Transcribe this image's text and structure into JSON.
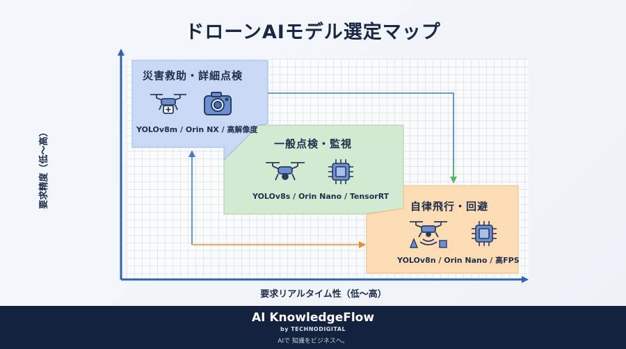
{
  "title": "ドローンAIモデル選定マップ",
  "axes": {
    "x_label": "要求リアルタイム性（低〜高）",
    "y_label": "要求精度（低〜高）"
  },
  "boxes": [
    {
      "title": "災害救助・詳細点検",
      "caption": "YOLOv8m / Orin NX / 高解像度",
      "icons": [
        "drone-medical-icon",
        "camera-icon"
      ],
      "color": "#c9d9f5"
    },
    {
      "title": "一般点検・監視",
      "caption": "YOLOv8s / Orin Nano / TensorRT",
      "icons": [
        "drone-icon",
        "chip-icon"
      ],
      "color": "#d3ead2"
    },
    {
      "title": "自律飛行・回避",
      "caption": "YOLOv8n / Orin Nano / 高FPS",
      "icons": [
        "drone-sensing-icon",
        "chip-icon"
      ],
      "color": "#fbdcb5"
    }
  ],
  "colors": {
    "axis": "#2f63b0",
    "flow_blue": "#3d7cc9",
    "flow_green": "#5bb36a",
    "flow_orange": "#ee8a2a",
    "footer_bg": "#13233d"
  },
  "footer": {
    "brand": "AI KnowledgeFlow",
    "sub": "by TECHNODIGITAL",
    "tagline": "AIで 知識をビジネスへ。"
  }
}
